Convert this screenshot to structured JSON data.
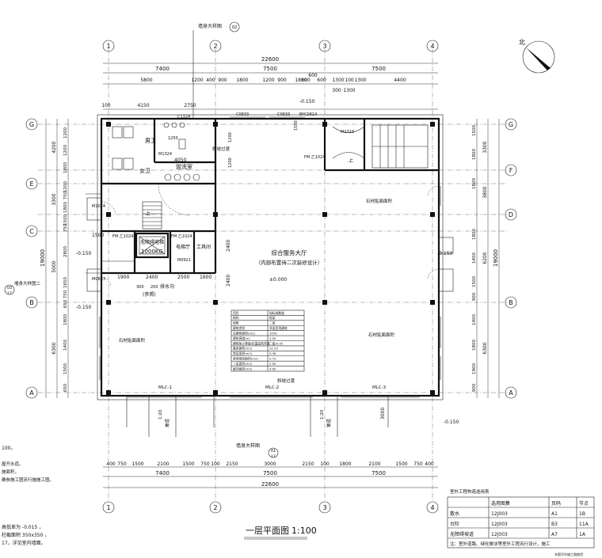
{
  "drawing": {
    "title": "一层平面图",
    "scale": "1:100",
    "north": "北"
  },
  "axes": {
    "cols": [
      "1",
      "2",
      "3",
      "4"
    ],
    "rows": [
      "G",
      "F",
      "E",
      "D",
      "C",
      "B",
      "A"
    ]
  },
  "dims": {
    "top_total": "22600",
    "top_bays": [
      "7400",
      "7500",
      "7500"
    ],
    "top_sub": [
      "5800",
      "1200",
      "400",
      "900",
      "1800",
      "1200",
      "900",
      "1800",
      "600",
      "800",
      "600",
      "1300",
      "100",
      "1300",
      "4400"
    ],
    "top_sub2": [
      "100",
      "4150",
      "2750",
      "300",
      "1300"
    ],
    "bottom_total": "22600",
    "bottom_bays": [
      "7400",
      "7500",
      "7500"
    ],
    "bottom_sub": [
      "400",
      "750",
      "1500",
      "2100",
      "1500",
      "750",
      "100",
      "2150",
      "3000",
      "2150",
      "100",
      "1800",
      "2100",
      "1500",
      "750",
      "400"
    ],
    "left_total": "19000",
    "left_sub": [
      "4200",
      "3300",
      "5000",
      "6300"
    ],
    "left_sub2": [
      "1200",
      "1200",
      "1800",
      "1200",
      "750",
      "1800",
      "1500",
      "750",
      "2800",
      "1650",
      "750",
      "650",
      "1800",
      "1400",
      "1500",
      "650"
    ],
    "right_total": "19000",
    "right_sub": [
      "3300",
      "3800",
      "6200",
      "6300"
    ],
    "right_sub2": [
      "1500",
      "1800",
      "1800",
      "1800",
      "1400",
      "1500",
      "900",
      "1400",
      "1800",
      "1900",
      "900"
    ]
  },
  "rooms": {
    "male_wc": "男卫",
    "female_wc": "女卫",
    "washroom": "盥洗室",
    "janitor": "工具间",
    "elevator": "电梯厅",
    "hall": "综合服务大厅",
    "hall_note": "（内部布置待二次装修设计）",
    "elev_lift": "无障碍电梯",
    "elev_cap": "1000KG",
    "access_ramp": "坡道",
    "ramp_slope": "1:20",
    "access_lift": "无障碍电梯",
    "guide": "(参照)",
    "drain": "排水沟",
    "stair_label": "上"
  },
  "labels": {
    "section_ref": "墙身大样图",
    "section_ref2": "墙身大样图二",
    "section_ref3": "墙身大样图一",
    "elev_note": "-0.150",
    "elev_note2": "-0.150",
    "elev_note3": "-0.150",
    "elev_note4": "-0.150",
    "elev_note5": "-0.150",
    "hall_level": "±0.000",
    "window_note": "石材贴面面积",
    "window_note2": "石材贴面面积",
    "window_note3": "石材贴面面积",
    "fire_note": "斜坡过渡",
    "fire_note2": "斜坡过渡",
    "door_main1": "MLC-1",
    "door_main2": "MLC-2",
    "door_main3": "MLC-3",
    "door_c1": "C0833",
    "door_c2": "C0833",
    "door_by": "BYC0814",
    "door_m1": "M1324",
    "door_m2": "M1024",
    "door_m3": "M0833",
    "door_m4": "M0921",
    "door_m5": "M1323",
    "door_c3": "C1324",
    "door_fm": "FM 乙1024",
    "door_fm2": "FM 乙1024",
    "door_fm3": "FM 乙1024",
    "sec_id": "02",
    "sec_id2": "01",
    "sec_id3": "03",
    "sheet": "17",
    "dim_1900": "1900",
    "dim_2400": "2400",
    "dim_2500": "2500",
    "dim_1600": "1600",
    "dim_1500": "1500",
    "dim_300": "300",
    "dim_200": "200",
    "dim_2400b": "2400",
    "dim_2400c": "2400",
    "dim_3000": "3000",
    "dim_4050": "4050",
    "dim_1200v": "1200",
    "dim_1200v2": "1200",
    "dim_1500v": "1500",
    "dim_1250": "1250"
  },
  "notes": {
    "line1": "100。",
    "line2": "屋开水道。",
    "line3": "施面积。",
    "line4": "确参施工图另行施施工图。",
    "line5": "高低差为 -0.015 ，",
    "line6": "柱截面积 350x350 ，",
    "line7": "17，详见室内墙面。"
  },
  "tech_table": {
    "headers": [
      "项目",
      "指标或数量"
    ],
    "rows": [
      [
        "结构",
        "框架"
      ],
      [
        "层数",
        "二层"
      ],
      [
        "建筑类别",
        "多层民用建筑"
      ],
      [
        "总建筑面积(m2)",
        "1050"
      ],
      [
        "建筑高度(m)",
        "4.50"
      ],
      [
        "建筑耐火等级/抗震设防烈度",
        "二级/0.05"
      ],
      [
        "基底面积(m2)",
        "22.20"
      ],
      [
        "首层面积(m2)",
        "0.36"
      ],
      [
        "其他用房面积(m2)",
        "0.72"
      ],
      [
        "二层面积(m2)",
        "2.50"
      ],
      [
        "屋顶面积(m2)",
        "4.00"
      ]
    ]
  },
  "detail_table": {
    "caption": "室外工程构造选用表",
    "headers": [
      "",
      "选用图集",
      "页码",
      "节点"
    ],
    "rows": [
      [
        "散水",
        "12J003",
        "A1",
        "1B"
      ],
      [
        "台阶",
        "12J003",
        "B3",
        "11A"
      ],
      [
        "无障碍坡道",
        "12J003",
        "A7",
        "1A"
      ]
    ],
    "footnote": "注：室外道路、绿化做法等室外工程另行设计，施工",
    "stamp": "本图不作施工图使用"
  }
}
